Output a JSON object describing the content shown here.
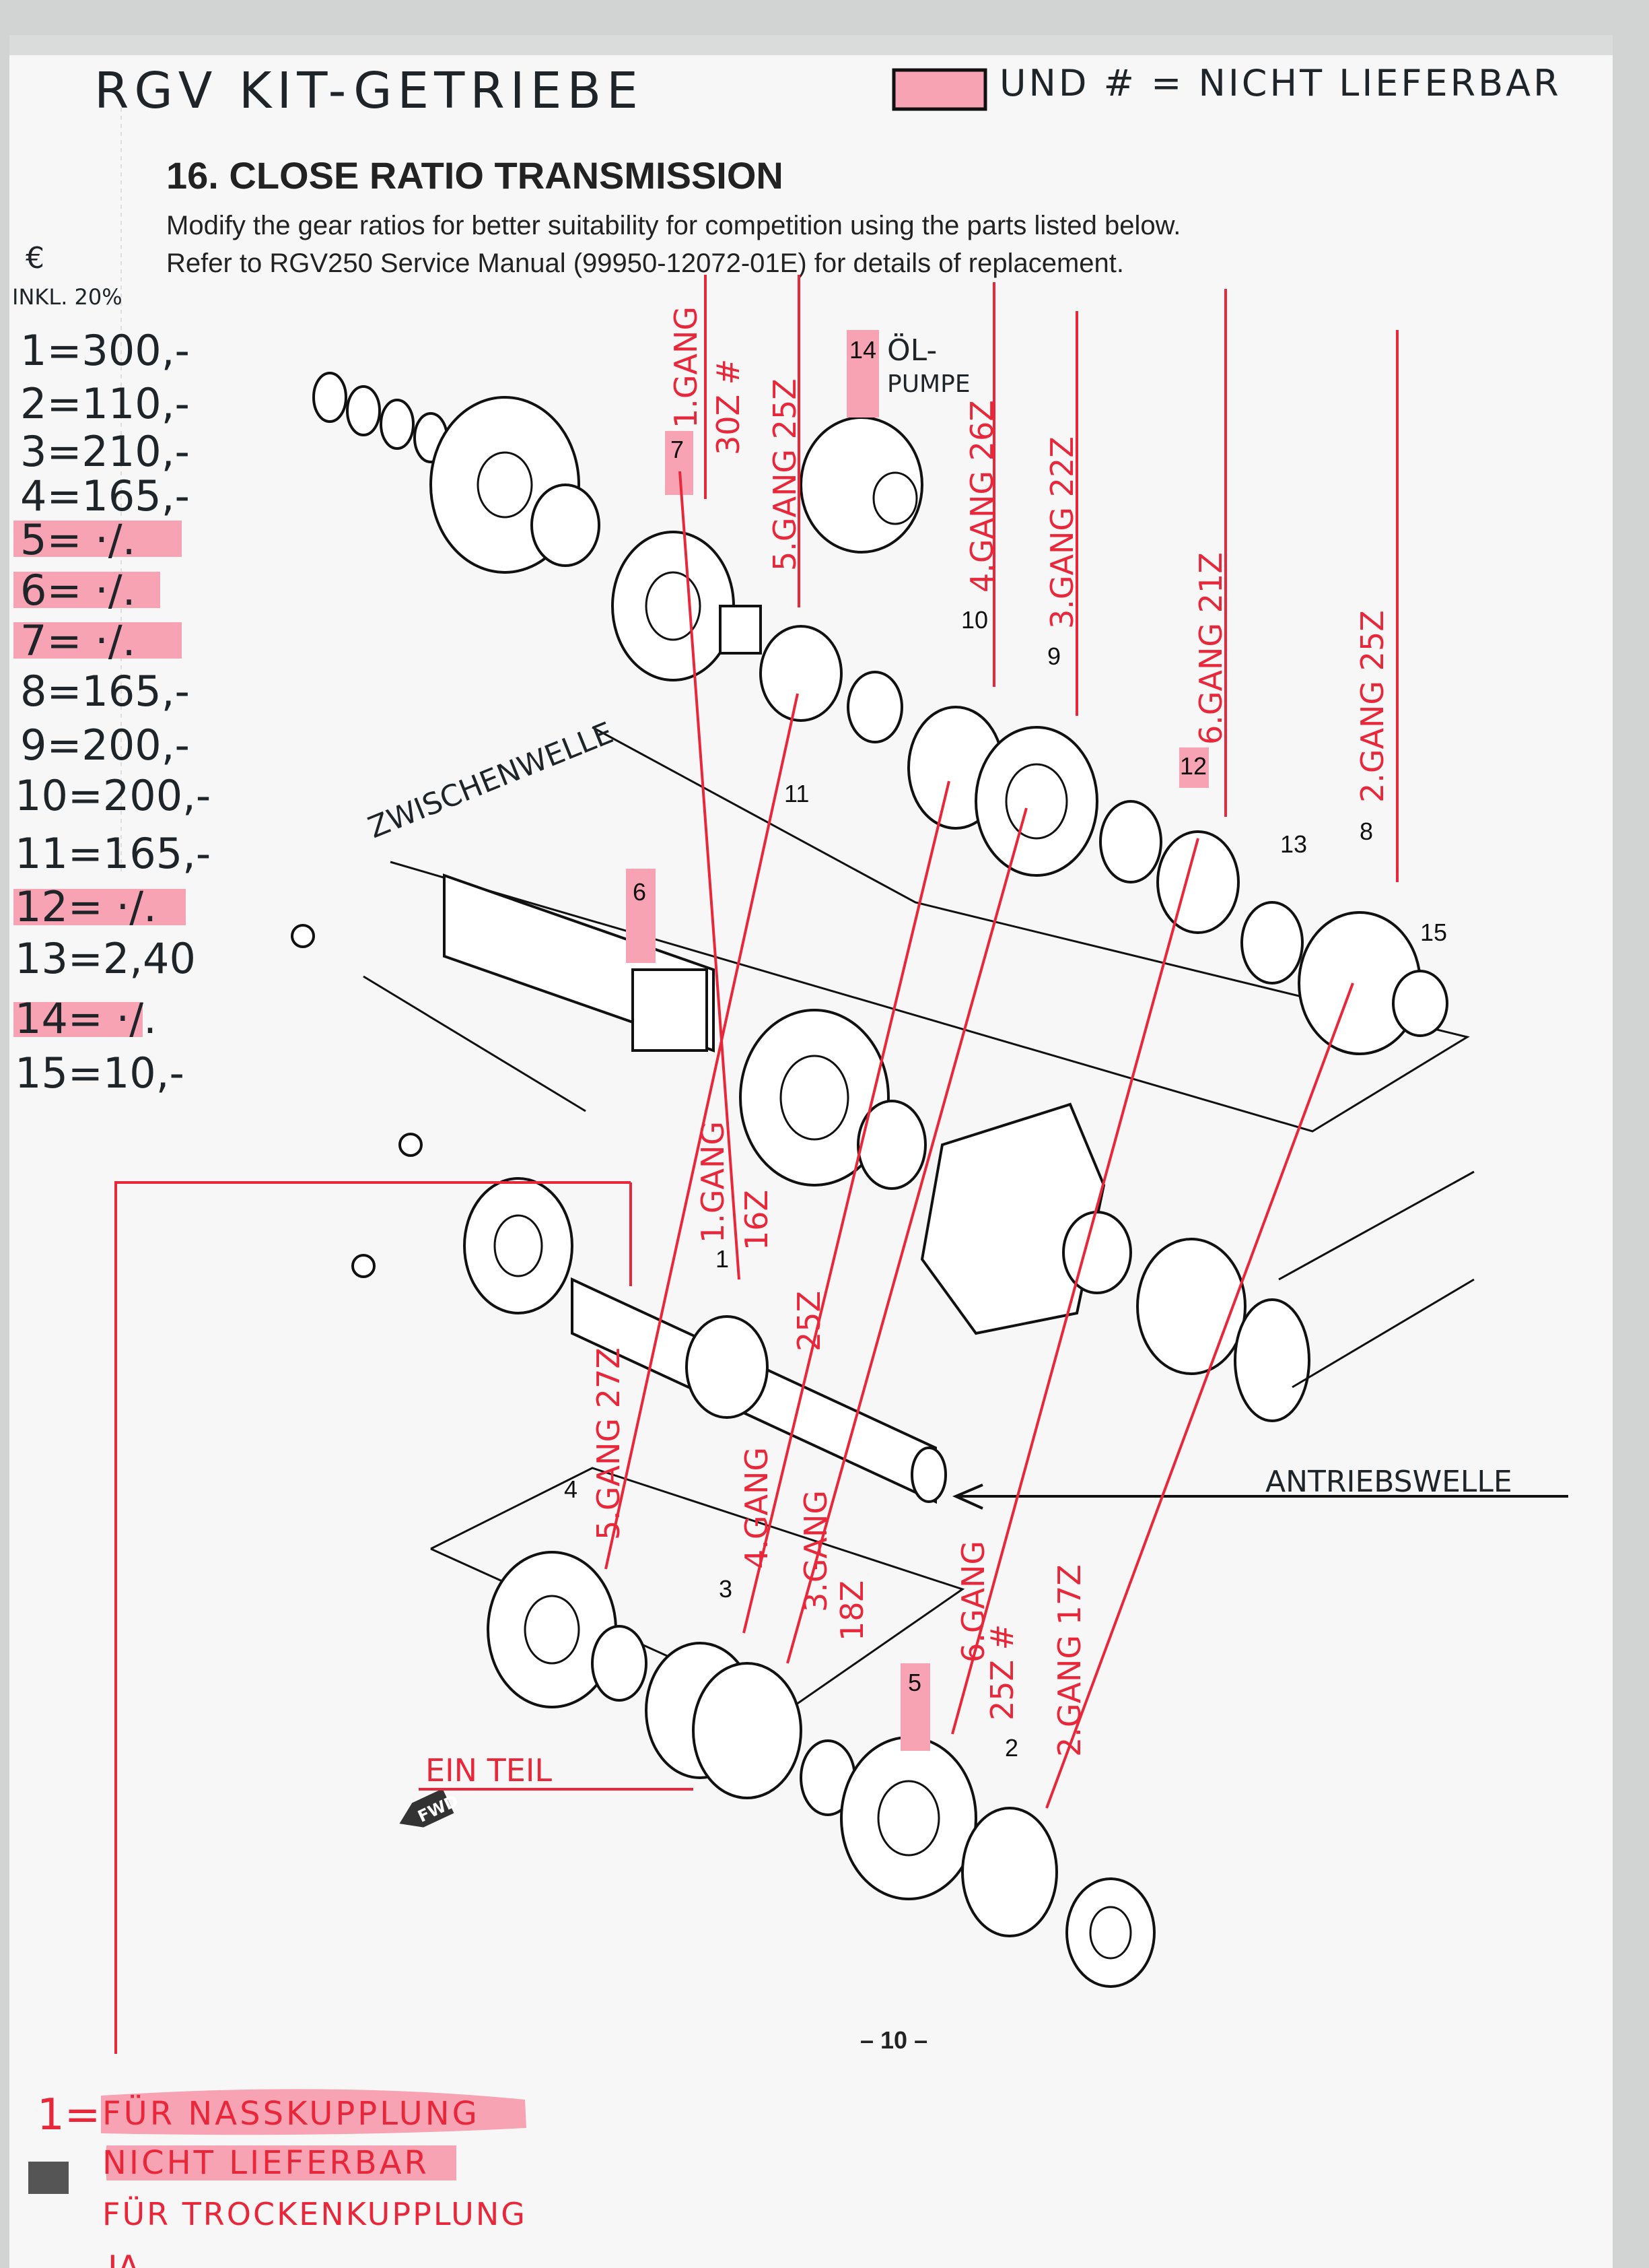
{
  "header": {
    "handwritten_title": "RGV KIT-GETRIEBE",
    "legend_text": "UND # = NICHT LIEFERBAR",
    "highlight_color": "#f7a3b3",
    "annotation_color": "#e8283a"
  },
  "document": {
    "title": "16. CLOSE RATIO TRANSMISSION",
    "description_line1": "Modify the gear ratios for better suitability for competition using the parts listed below.",
    "description_line2": "Refer to RGV250 Service Manual (99950-12072-01E) for details of replacement.",
    "page_number": "– 10 –"
  },
  "price_list": {
    "currency": "€",
    "tax_note": "INKL. 20%",
    "items": [
      {
        "text": "1=300,-",
        "unavailable": false
      },
      {
        "text": "2=110,-",
        "unavailable": false
      },
      {
        "text": "3=210,-",
        "unavailable": false
      },
      {
        "text": "4=165,-",
        "unavailable": false
      },
      {
        "text": "5= ·/.",
        "unavailable": true
      },
      {
        "text": "6= ·/.",
        "unavailable": true
      },
      {
        "text": "7= ·/.",
        "unavailable": true
      },
      {
        "text": "8=165,-",
        "unavailable": false
      },
      {
        "text": "9=200,-",
        "unavailable": false
      },
      {
        "text": "10=200,-",
        "unavailable": false
      },
      {
        "text": "11=165,-",
        "unavailable": false
      },
      {
        "text": "12= ·/.",
        "unavailable": true
      },
      {
        "text": "13=2,40",
        "unavailable": false
      },
      {
        "text": "14= ·/.",
        "unavailable": true
      },
      {
        "text": "15=10,-",
        "unavailable": false
      }
    ]
  },
  "diagram": {
    "part_numbers": [
      "7",
      "14",
      "10",
      "9",
      "11",
      "12",
      "13",
      "8",
      "15",
      "6",
      "1",
      "4",
      "3",
      "5",
      "2"
    ],
    "labels": {
      "oil_pump": "ÖL-",
      "oil_pump2": "PUMPE",
      "countershaft": "ZWISCHENWELLE",
      "driveshaft": "ANTRIEBSWELLE",
      "one_part": "EIN TEIL",
      "fwd": "FWD"
    },
    "gear_annotations": {
      "g1_top": "1.GANG",
      "g1_top_teeth": "30Z #",
      "g5_top": "5.GANG 25Z",
      "g4_top": "4.GANG 26Z",
      "g3_top": "3.GANG 22Z",
      "g6_top": "6.GANG 21Z",
      "g2_top": "2.GANG 25Z",
      "g1_bot": "1.GANG",
      "g1_bot_teeth": "16Z",
      "teeth_25": "25Z",
      "g5_bot": "5.GANG 27Z",
      "g4_bot": "4.GANG",
      "g3_bot": "3.GANG",
      "g3_bot_teeth": "18Z",
      "g6_bot": "6.GANG",
      "g6_bot_teeth": "25Z #",
      "g2_bot": "2.GANG 17Z"
    }
  },
  "footer_notes": {
    "line1_prefix": "1=",
    "line1": "FÜR NASSKUPPLUNG",
    "line2": "NICHT LIEFERBAR",
    "line3": "FÜR TROCKENKUPPLUNG",
    "line4": "JA"
  }
}
